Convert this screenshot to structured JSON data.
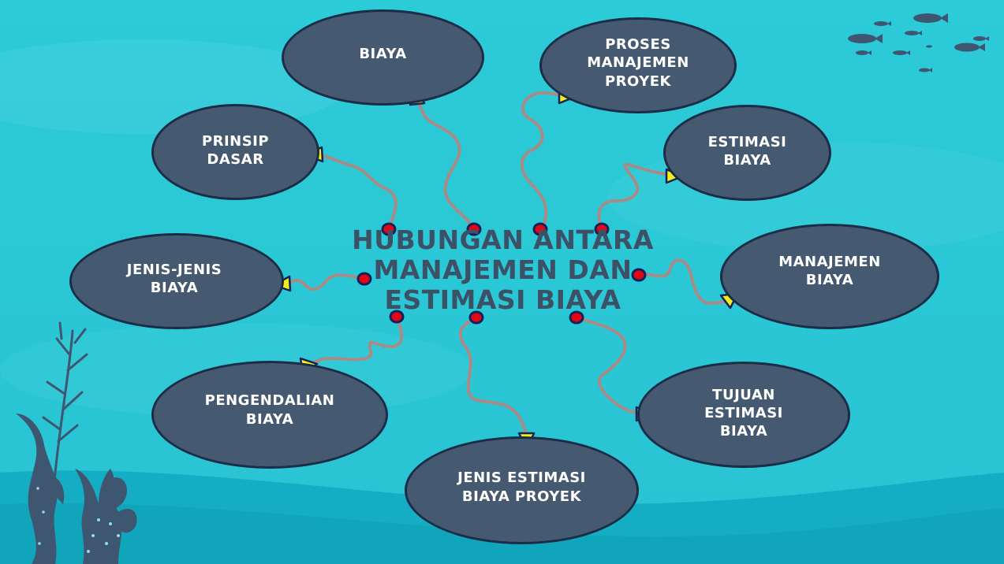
{
  "center": {
    "title": "HUBUNGAN ANTARA\nMANAJEMEN DAN\nESTIMASI BIAYA"
  },
  "nodes": {
    "biaya": "BIAYA",
    "proses_manajemen_proyek": "PROSES\nMANAJEMEN\nPROYEK",
    "prinsip_dasar": "PRINSIP\nDASAR",
    "estimasi_biaya": "ESTIMASI\nBIAYA",
    "jenis_jenis_biaya": "JENIS-JENIS\nBIAYA",
    "manajemen_biaya": "MANAJEMEN\nBIAYA",
    "pengendalian_biaya": "PENGENDALIAN\nBIAYA",
    "tujuan_estimasi_biaya": "TUJUAN\nESTIMASI\nBIAYA",
    "jenis_estimasi_biaya_proyek": "JENIS ESTIMASI\nBIAYA PROYEK"
  },
  "colors": {
    "background": "#2cc6d6",
    "node_fill": "#455a70",
    "node_border": "#1b2d46",
    "connector": "#a98b86",
    "dot": "#e30613",
    "arrow": "#f3ee1a",
    "decoration": "#3f5670"
  }
}
